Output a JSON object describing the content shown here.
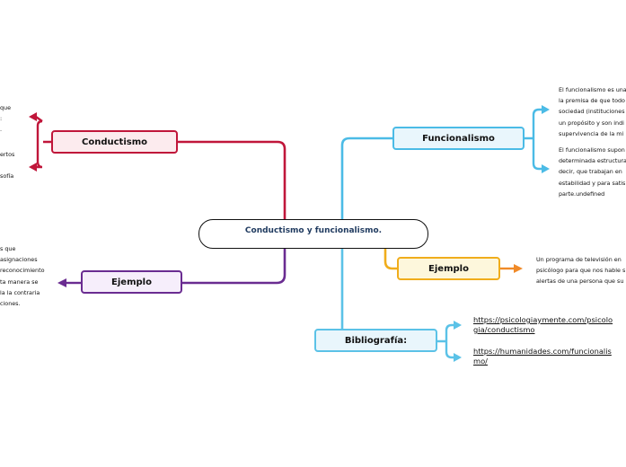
{
  "central": {
    "title": "Conductismo y funcionalismo."
  },
  "left": {
    "conductismo": {
      "label": "Conductismo",
      "text1": "que\n:\n.",
      "text2": "ertos\n\nsofía"
    },
    "ejemplo": {
      "label": "Ejemplo",
      "text": "s que\nasignaciones\nreconocimiento\nta manera se\nla la contraria\nciones."
    }
  },
  "right": {
    "funcionalismo": {
      "label": "Funcionalismo",
      "text1": "El funcionalismo es una\nla premisa de que todo\nsociedad (instituciones\nun propósito y son indi\nsupervivencia de la mi",
      "text2": "El funcionalismo supon\ndeterminada estructura\ndecir, que trabajan en\nestabilidad y para satis\nparte.undefined"
    },
    "ejemplo": {
      "label": "Ejemplo",
      "text": "Un programa de televisión en\npsicólogo para que nos hable s\nalertas de una persona que su"
    }
  },
  "bibliografia": {
    "label": "Bibliografía:",
    "link1": "https://psicologiaymente.com/psicolo\ngia/conductismo",
    "link2": "https://humanidades.com/funcionalis\nmo/"
  },
  "colors": {
    "conductismo": "#c0163a",
    "ejemplo_left": "#6a2c91",
    "funcionalismo": "#4bbbe6",
    "ejemplo_right": "#f0ad1c",
    "ejemplo_right_arrow": "#f08a28",
    "bibliografia": "#5bc2e7"
  }
}
